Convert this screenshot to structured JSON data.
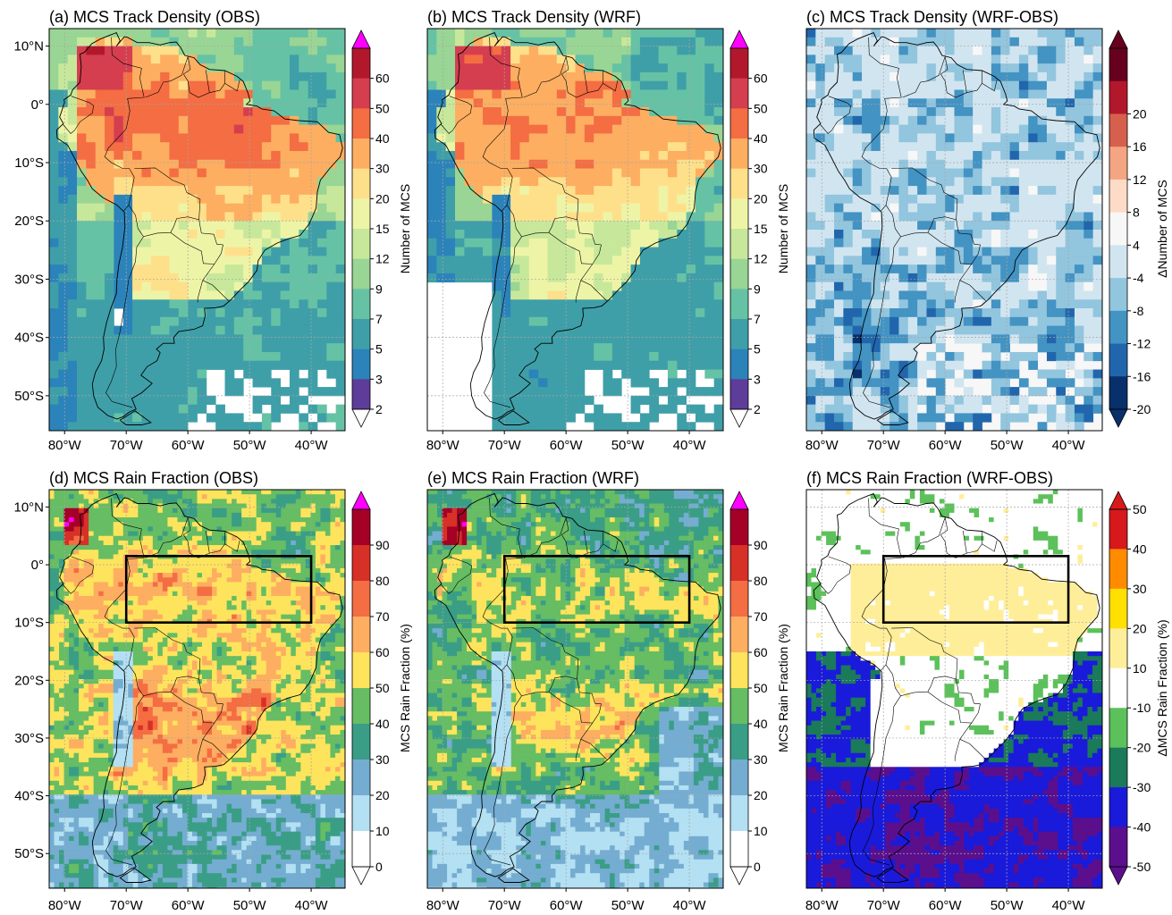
{
  "figure": {
    "panels": [
      {
        "id": "a",
        "title": "(a) MCS Track Density (OBS)",
        "kind": "density",
        "variant": "obs",
        "scale": "count",
        "box": false
      },
      {
        "id": "b",
        "title": "(b) MCS Track Density (WRF)",
        "kind": "density",
        "variant": "wrf",
        "scale": "count",
        "box": false
      },
      {
        "id": "c",
        "title": "(c) MCS Track Density (WRF-OBS)",
        "kind": "density",
        "variant": "diff",
        "scale": "count_diff",
        "box": false
      },
      {
        "id": "d",
        "title": "(d) MCS Rain Fraction (OBS)",
        "kind": "rain",
        "variant": "obs",
        "scale": "frac",
        "box": true
      },
      {
        "id": "e",
        "title": "(e) MCS Rain Fraction (WRF)",
        "kind": "rain",
        "variant": "wrf",
        "scale": "frac",
        "box": true
      },
      {
        "id": "f",
        "title": "(f) MCS Rain Fraction (WRF-OBS)",
        "kind": "rain",
        "variant": "diff",
        "scale": "frac_diff",
        "box": true
      }
    ],
    "lon_ticks": [
      "80°W",
      "70°W",
      "60°W",
      "50°W",
      "40°W"
    ],
    "lat_ticks": [
      "10°N",
      "0°",
      "10°S",
      "20°S",
      "30°S",
      "40°S",
      "50°S"
    ],
    "box_region": {
      "lon": [
        -70,
        -40
      ],
      "lat": [
        -10,
        1.5
      ]
    },
    "colorbars": {
      "count": {
        "label": "Number of MCS",
        "ticks": [
          "2",
          "3",
          "5",
          "7",
          "9",
          "12",
          "15",
          "20",
          "30",
          "40",
          "50",
          "60"
        ],
        "colors": [
          "#5e3c99",
          "#2b83ba",
          "#3f9fa8",
          "#66c2a5",
          "#99d594",
          "#c7e89b",
          "#eef4a6",
          "#fee08b",
          "#fdae61",
          "#f46d43",
          "#d53e4f",
          "#b2182b"
        ],
        "under": "#ffffff",
        "over": "#ff00ff"
      },
      "count_diff": {
        "label": "ΔNumber of MCS",
        "ticks": [
          "-20",
          "-16",
          "-12",
          "-8",
          "-4",
          "4",
          "8",
          "12",
          "16",
          "20"
        ],
        "colors": [
          "#08306b",
          "#2166ac",
          "#4393c3",
          "#92c5de",
          "#d1e5f0",
          "#f7f7f7",
          "#fddbc7",
          "#f4a582",
          "#d6604d",
          "#b2182b",
          "#67001f"
        ],
        "under": "#08306b",
        "over": "#67001f"
      },
      "frac": {
        "label": "MCS Rain Fraction (%)",
        "ticks": [
          "0",
          "10",
          "20",
          "30",
          "40",
          "50",
          "60",
          "70",
          "80",
          "90"
        ],
        "colors": [
          "#ffffff",
          "#b3e0f2",
          "#74add1",
          "#3a9e86",
          "#66bd63",
          "#fee45c",
          "#fdae61",
          "#f46d43",
          "#d73027",
          "#a50026"
        ],
        "under": "#ffffff",
        "over": "#ff00ff"
      },
      "frac_diff": {
        "label": "ΔMCS Rain Fraction (%)",
        "ticks": [
          "-50",
          "-40",
          "-30",
          "-20",
          "-10",
          "10",
          "20",
          "30",
          "40",
          "50"
        ],
        "colors": [
          "#5b0f8c",
          "#1a1adb",
          "#1a7a5a",
          "#5cc15a",
          "#ffffff",
          "#ffee99",
          "#ffe000",
          "#ff8c00",
          "#d7191c"
        ],
        "under": "#5b0f8c",
        "over": "#d7191c"
      }
    }
  }
}
